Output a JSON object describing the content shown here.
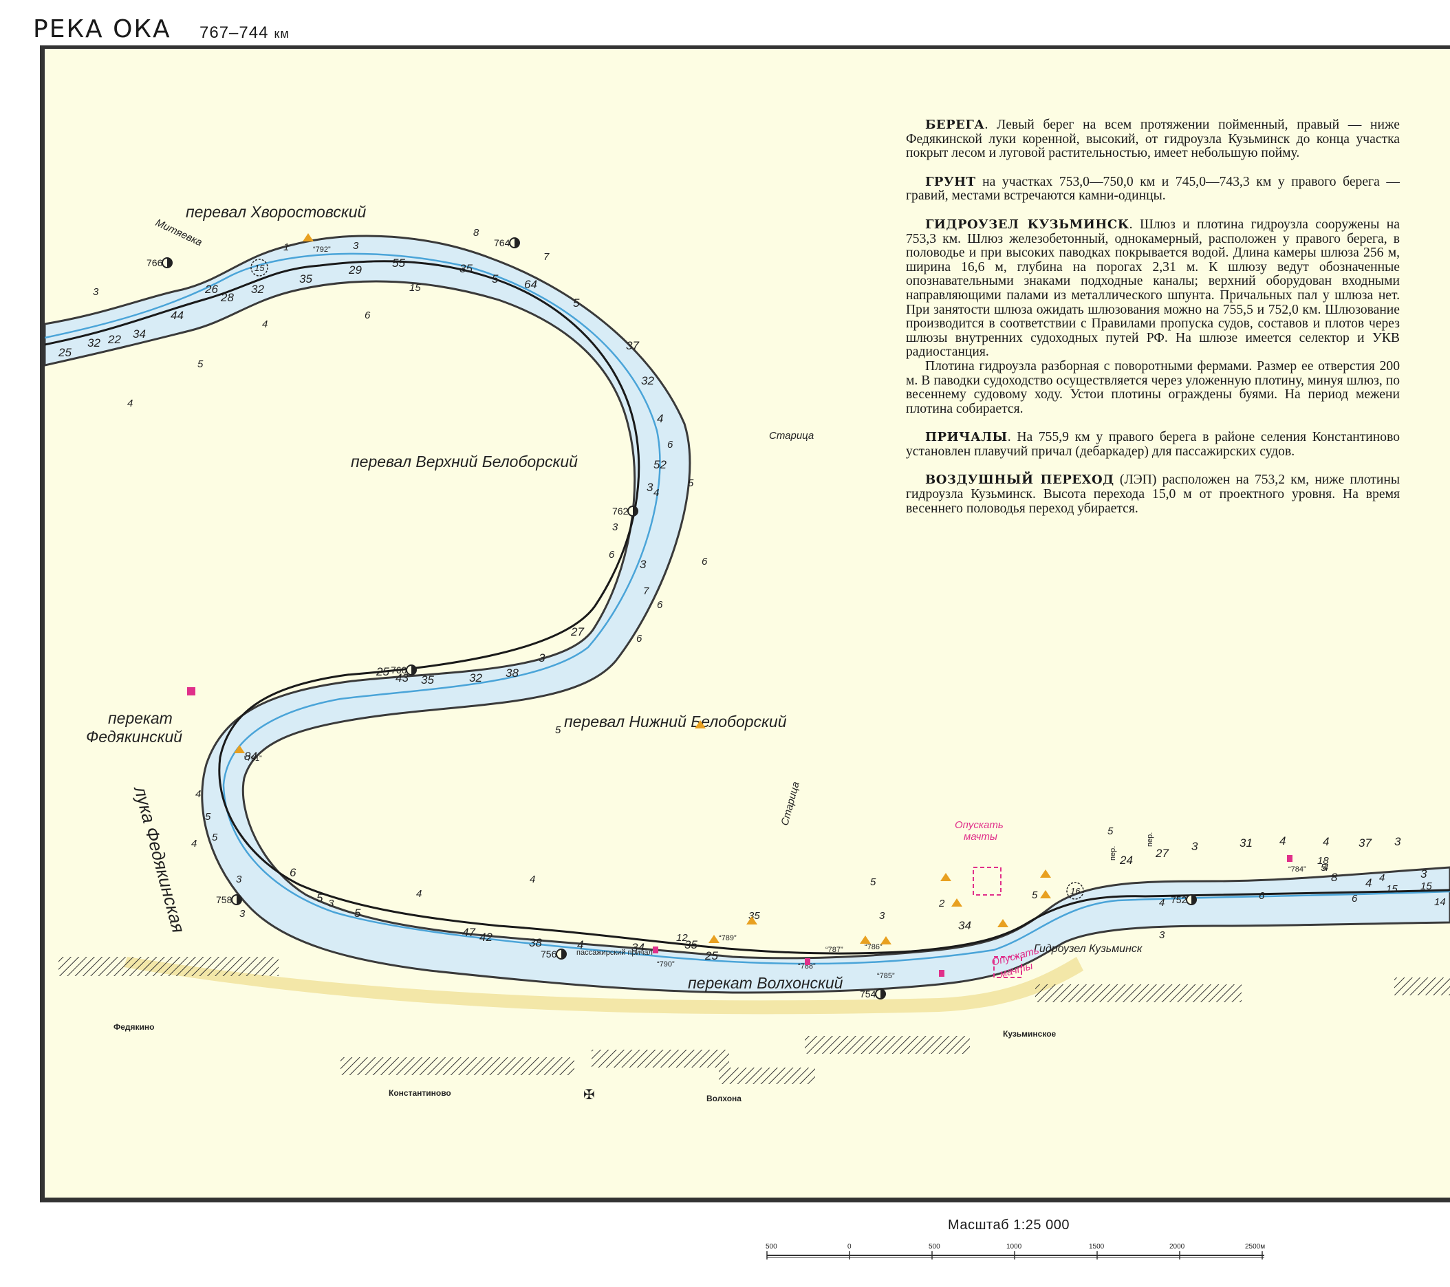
{
  "header": {
    "title": "РЕКА ОКА",
    "range": "767–744",
    "unit": "км"
  },
  "notes": [
    {
      "heading": "БЕРЕГА",
      "text": ". Левый берег на всем протяжении пойменный, правый — ниже Федякинской луки коренной, высокий, от гидроузла Кузьминск до конца участка покрыт лесом и луговой растительностью, имеет небольшую пойму."
    },
    {
      "heading": "ГРУНТ",
      "text": " на участках 753,0—750,0 км и 745,0—743,3 км у правого берега — гравий, местами встречаются камни-одинцы."
    },
    {
      "heading": "ГИДРОУЗЕЛ КУЗЬМИНСК",
      "text": ". Шлюз и плотина гидроузла сооружены на 753,3 км. Шлюз железобетонный, однокамерный, расположен у правого берега, в половодье и при высоких паводках покрывается водой. Длина камеры шлюза 256 м, ширина 16,6 м, глубина на порогах 2,31 м. К шлюзу ведут обозначенные опознавательными знаками подходные каналы; верхний оборудован входными направляющими палами из металлического шпунта. Причальных пал у шлюза нет. При занятости шлюза ожидать шлюзования можно на 755,5 и 752,0 км. Шлюзование производится в соответствии с Правилами пропуска судов, составов и плотов через шлюзы внутренних судоходных путей РФ. На шлюзе имеется селектор и УКВ радиостанция."
    },
    {
      "heading": "",
      "text": "Плотина гидроузла разборная с поворотными фермами. Размер ее отверстия 200 м. В паводки судоходство осуществляется через уложенную плотину, минуя шлюз, по весеннему судовому ходу. Устои плотины ограждены буями. На период межени плотина собирается."
    },
    {
      "heading": "ПРИЧАЛЫ",
      "text": ". На 755,9 км у правого берега в районе селения Константиново установлен плавучий причал (дебаркадер) для пассажирских судов."
    },
    {
      "heading": "ВОЗДУШНЫЙ ПЕРЕХОД",
      "text": " (ЛЭП) расположен на 753,2 км, ниже плотины гидроузла Кузьминск. Высота перехода 15,0 м от проектного уровня. На время весеннего половодья переход убирается."
    }
  ],
  "map": {
    "colors": {
      "paper": "#fdfde3",
      "water": "#d8ecf6",
      "river_line": "#4aa4d8",
      "bank": "#3a3a3a",
      "channel": "#1a1a1a",
      "buoy": "#e8a020",
      "pink": "#e0308a"
    },
    "labels": {
      "perekat_khvorostovsky": "перевал Хворостовский",
      "perekat_verkhny": "перевал Верхний Белоборский",
      "perekat_nizhny": "перевал Нижний Белоборский",
      "perekat_fedyakinsky_1": "перекат",
      "perekat_fedyakinsky_2": "Федякинский",
      "luka": "лука Федякинская",
      "perekat_volkhonsky": "перекат Волхонский",
      "gidrouzel": "Гидроузел Кузьминск",
      "mityaevka": "Митяевка",
      "staritsa_1": "Старица",
      "staritsa_2": "Старица",
      "opuskat_1a": "Опускать",
      "opuskat_1b": "мачты",
      "opuskat_2a": "Опускать",
      "opuskat_2b": "мачты",
      "pier": "пассажирский причал",
      "per_1": "пер.",
      "per_2": "пер."
    },
    "km_markers": [
      "766",
      "764",
      "762",
      "760",
      "758",
      "756",
      "754",
      "752"
    ],
    "settlements": [
      "Федякино",
      "Константиново",
      "Волхона",
      "Кузьминское"
    ],
    "marks": [
      "792",
      "791",
      "789",
      "790",
      "787",
      "786",
      "788",
      "785",
      "784"
    ],
    "circles": [
      "15",
      "16"
    ],
    "depths_channel": [
      "25",
      "32",
      "22",
      "34",
      "44",
      "26",
      "28",
      "32",
      "35",
      "29",
      "55",
      "35",
      "5",
      "64",
      "5",
      "37",
      "32",
      "4",
      "52",
      "3",
      "3",
      "27",
      "3",
      "38",
      "32",
      "25",
      "43",
      "35",
      "84",
      "6",
      "5",
      "5",
      "47",
      "42",
      "38",
      "4",
      "34",
      "35",
      "25",
      "34",
      "24",
      "27",
      "3",
      "31",
      "4",
      "4",
      "37",
      "3",
      "4",
      "8",
      "3"
    ],
    "depths_other": [
      "3",
      "1",
      "3",
      "8",
      "7",
      "15",
      "6",
      "4",
      "5",
      "4",
      "6",
      "5",
      "4",
      "3",
      "7",
      "6",
      "6",
      "6",
      "6",
      "5",
      "4",
      "5",
      "5",
      "4",
      "3",
      "3",
      "3",
      "4",
      "4",
      "5",
      "12",
      "35",
      "3",
      "2",
      "5",
      "4",
      "5",
      "4",
      "4",
      "15",
      "15",
      "14",
      "6",
      "6",
      "5",
      "18",
      "3"
    ]
  },
  "scale": {
    "label": "Масштаб  1:25 000",
    "ticks": [
      "500",
      "0",
      "500",
      "1000",
      "1500",
      "2000",
      "2500м"
    ]
  }
}
